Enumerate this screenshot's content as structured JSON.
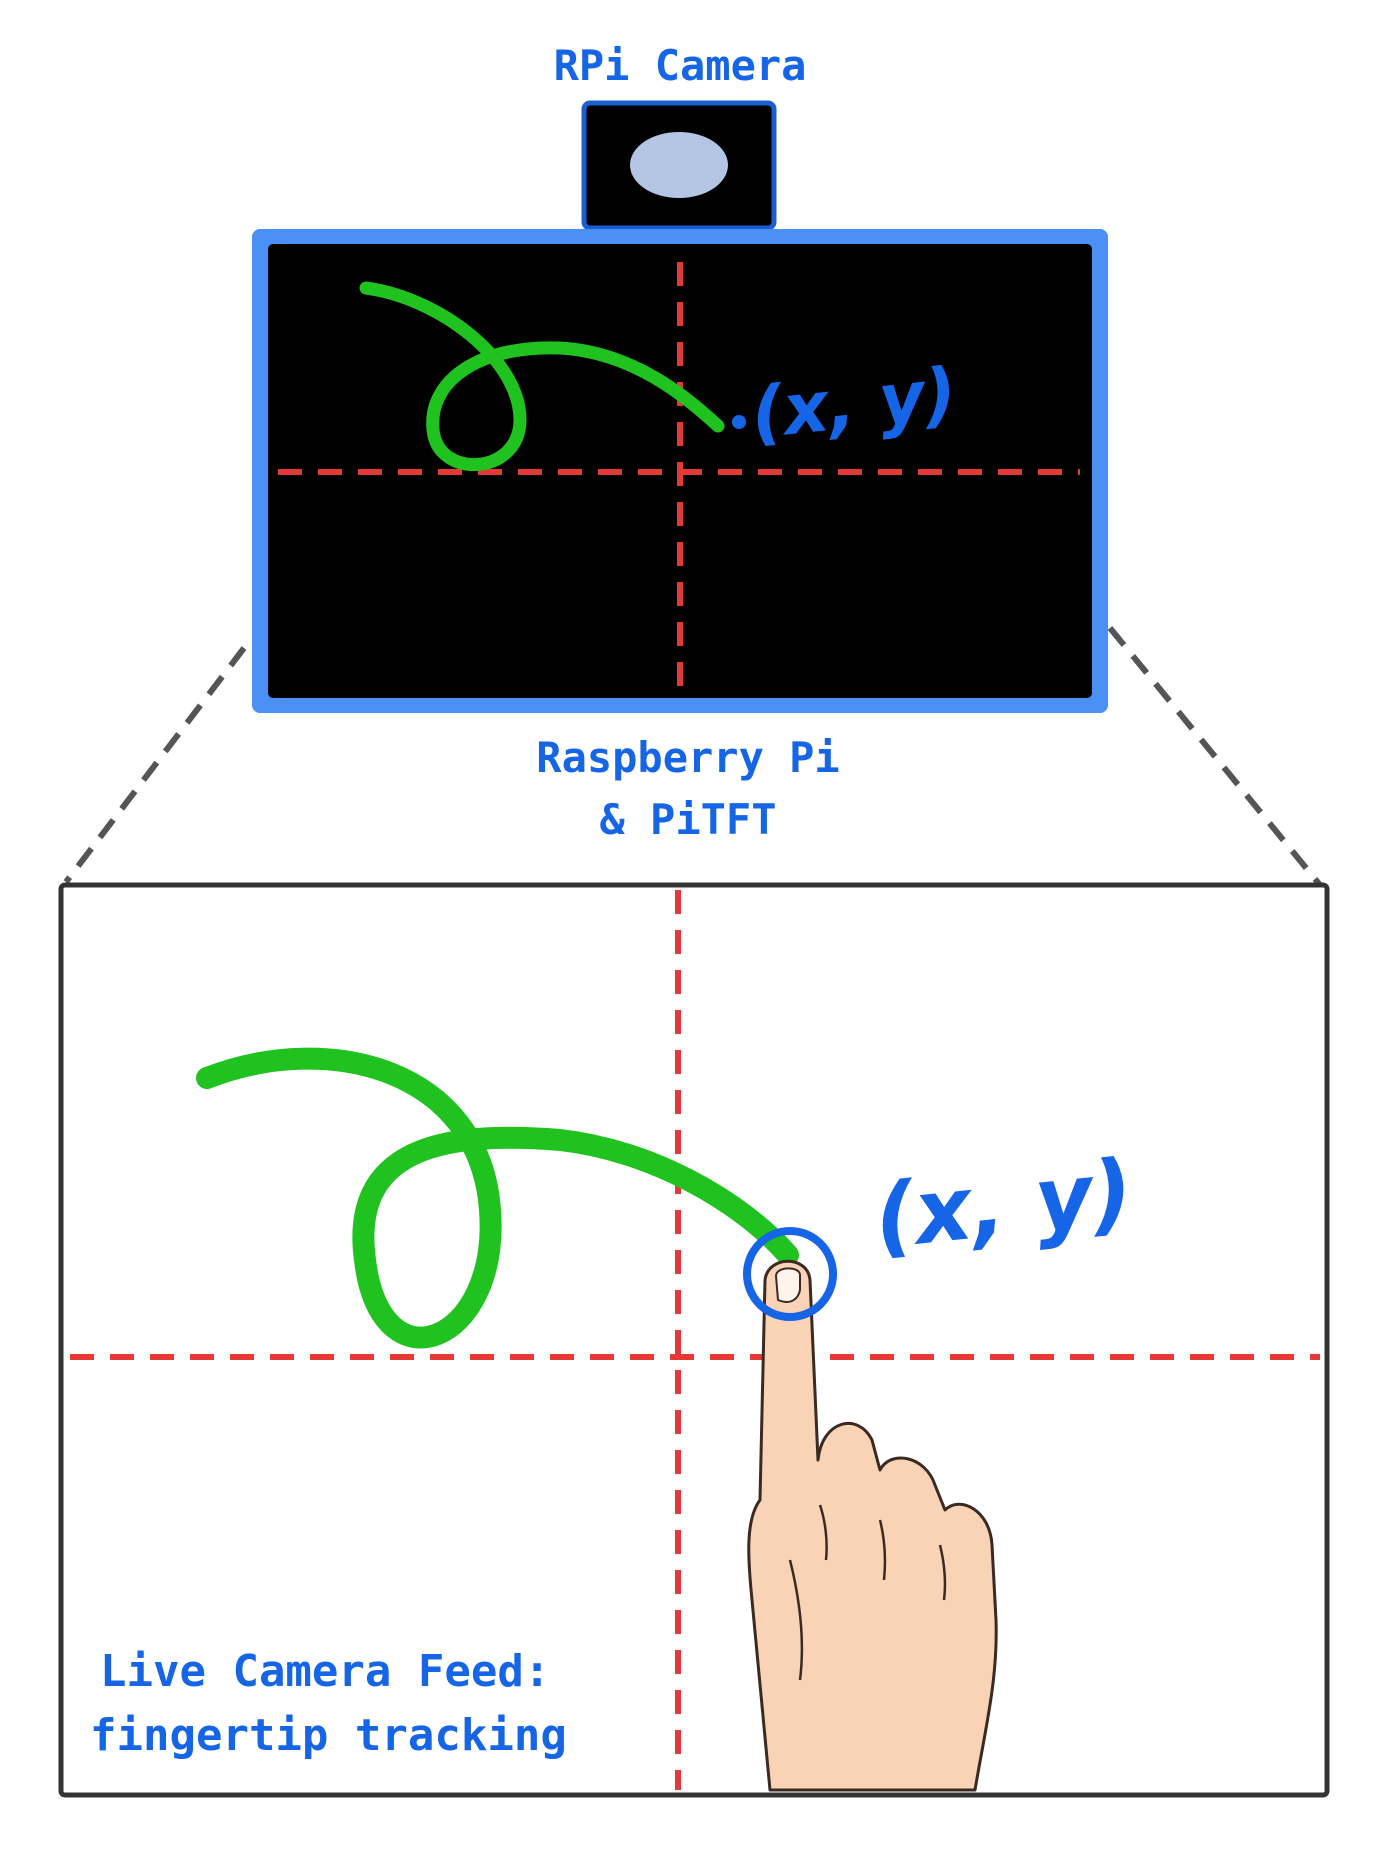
{
  "camera": {
    "label": "RPi Camera"
  },
  "device": {
    "label_line1": "Raspberry Pi",
    "label_line2": "& PiTFT"
  },
  "screen": {
    "coordinate_label": "(x, y)"
  },
  "feed": {
    "coordinate_label": "(x, y)",
    "caption_line1": "Live Camera Feed:",
    "caption_line2": "fingertip tracking"
  },
  "colors": {
    "label_blue": "#1565e6",
    "frame_blue": "#4a90f5",
    "stroke_green": "#1fc21f",
    "crosshair_red": "#e53935",
    "lens": "#b4c6e4",
    "skin": "#f9d3b5",
    "connector_gray": "#555555"
  },
  "icons": [
    "camera-lens-icon",
    "hand-pointing-icon"
  ]
}
